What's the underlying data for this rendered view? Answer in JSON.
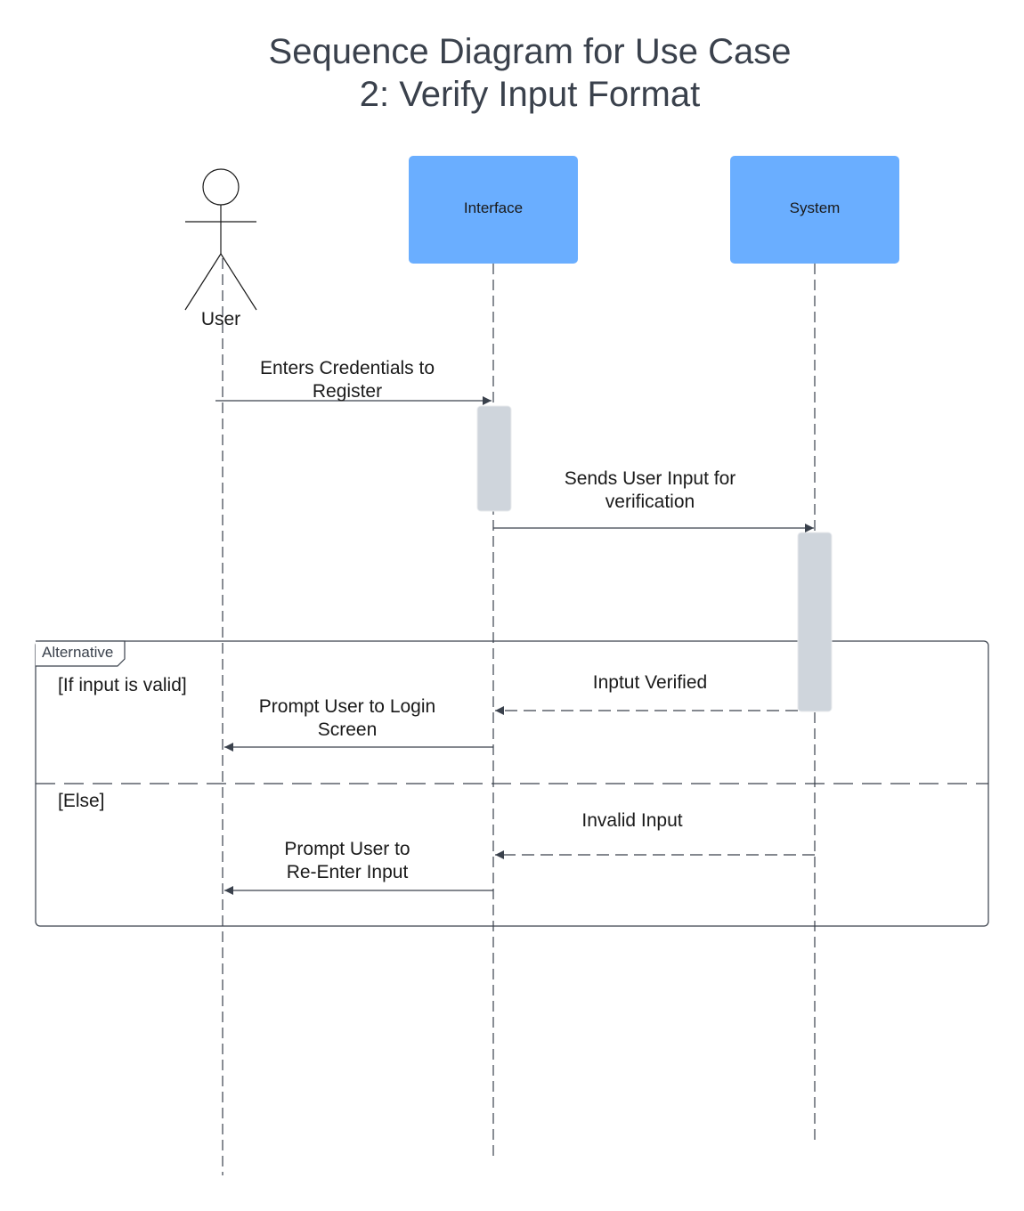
{
  "title": {
    "line1": "Sequence Diagram for Use Case",
    "line2": "2: Verify Input Format"
  },
  "participants": {
    "actor": {
      "label": "User",
      "icon": "stick-figure-icon"
    },
    "interface": {
      "label": "Interface",
      "color": "#6aaeff"
    },
    "system": {
      "label": "System",
      "color": "#6aaeff"
    }
  },
  "messages": {
    "m1": {
      "line1": "Enters Credentials to",
      "line2": "Register"
    },
    "m2": {
      "line1": "Sends User Input for",
      "line2": "verification"
    },
    "m3": {
      "line1": "Inptut Verified"
    },
    "m4": {
      "line1": "Prompt User to Login",
      "line2": "Screen"
    },
    "m5": {
      "line1": "Invalid Input"
    },
    "m6": {
      "line1": "Prompt User to",
      "line2": "Re-Enter Input"
    }
  },
  "fragment": {
    "tag": "Alternative",
    "guard1": "[If input is valid]",
    "guard2": "[Else]"
  },
  "colors": {
    "activation": "#cfd5dc",
    "line": "#3a414c",
    "title": "#3a414c"
  }
}
